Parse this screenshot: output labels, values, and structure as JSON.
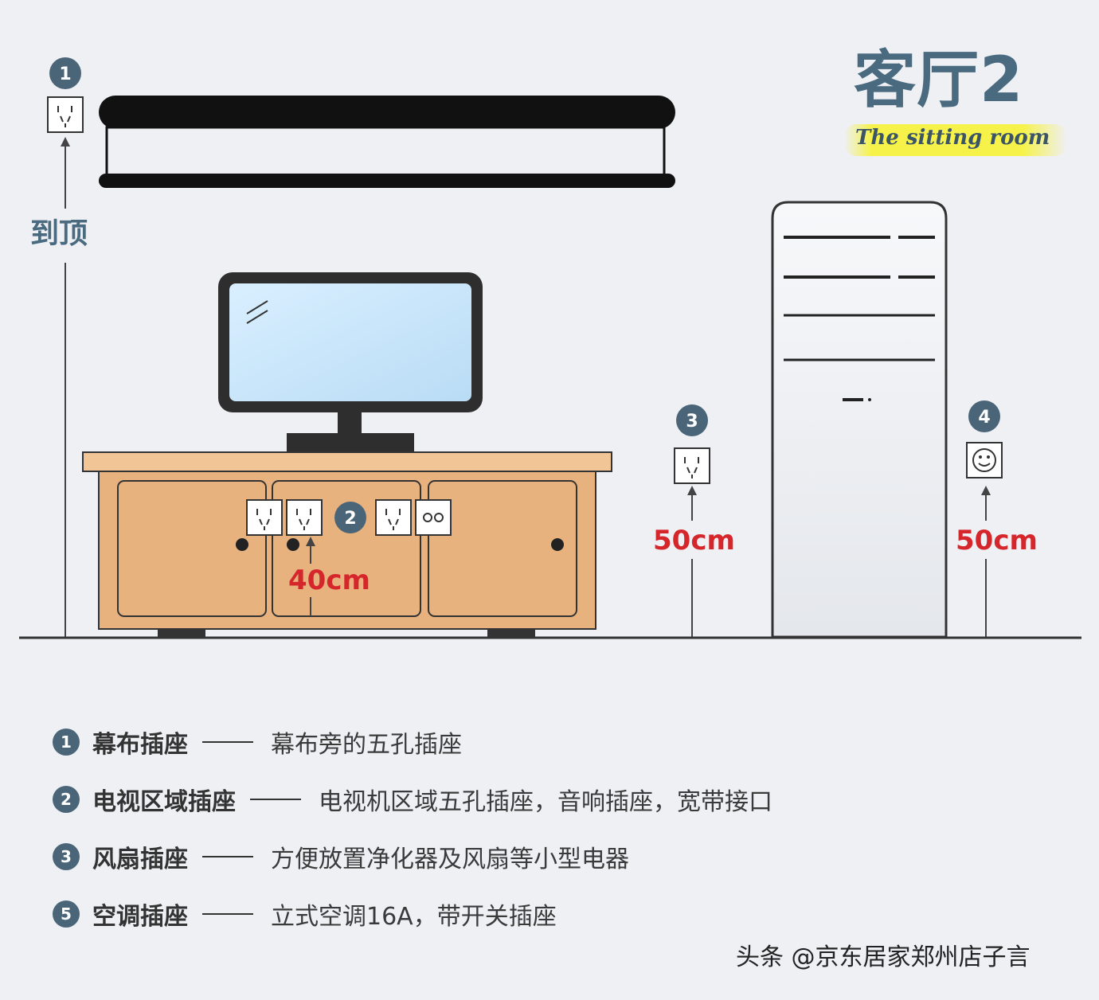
{
  "title": {
    "main": "客厅2",
    "subtitle": "The sitting room"
  },
  "markers": {
    "m1": "1",
    "m2": "2",
    "m3": "3",
    "m4": "4"
  },
  "labels": {
    "to_top": "到顶",
    "tv_height": "40cm",
    "fan_height": "50cm",
    "ac_height": "50cm"
  },
  "legend": [
    {
      "num": "1",
      "name": "幕布插座",
      "desc": "幕布旁的五孔插座"
    },
    {
      "num": "2",
      "name": "电视区域插座",
      "desc": "电视机区域五孔插座，音响插座，宽带接口"
    },
    {
      "num": "3",
      "name": "风扇插座",
      "desc": "方便放置净化器及风扇等小型电器"
    },
    {
      "num": "5",
      "name": "空调插座",
      "desc": "立式空调16A，带开关插座"
    }
  ],
  "watermark": "头条 @京东居家郑州店子言",
  "colors": {
    "background": "#eef0f4",
    "accent_navy": "#4a6478",
    "measure_red": "#d5262b",
    "cabinet": "#e7b27e",
    "cabinet_top": "#f2c597",
    "screen": "#c8e4f8",
    "highlight_yellow": "#f6f24a"
  },
  "icons": {
    "outlet_five_hole": "five-hole-outlet-icon",
    "outlet_three_hole": "three-hole-outlet-icon",
    "outlet_round": "round-outlet-icon",
    "outlet_two_round": "two-round-hole-outlet-icon"
  }
}
